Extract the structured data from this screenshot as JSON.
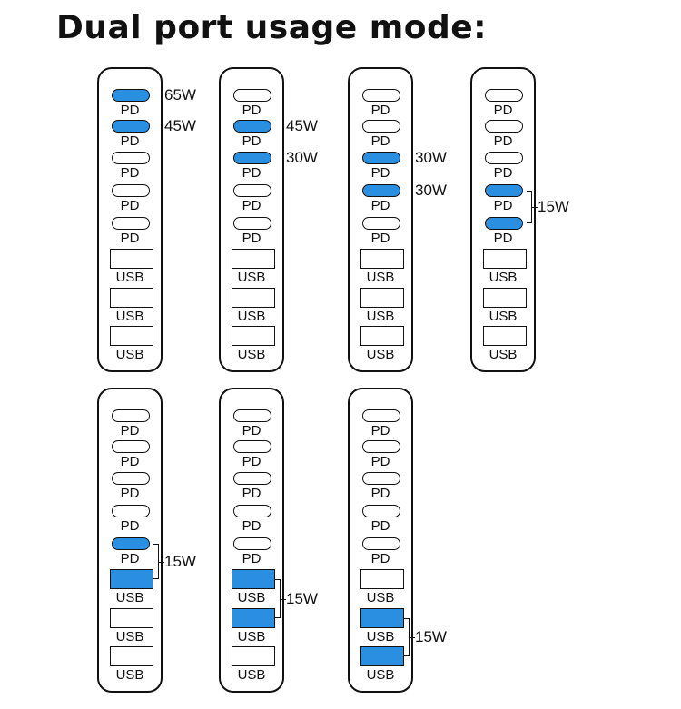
{
  "title": "Dual port usage mode:",
  "labels": {
    "pd": "PD",
    "usb": "USB"
  },
  "colors": {
    "active_port": "#2a8fe0",
    "outline": "#111111"
  },
  "port_order": [
    "PD",
    "PD",
    "PD",
    "PD",
    "PD",
    "USB",
    "USB",
    "USB"
  ],
  "modes": [
    {
      "active_ports": [
        0,
        1
      ],
      "watts": [
        "65W",
        "45W"
      ],
      "combined": false
    },
    {
      "active_ports": [
        1,
        2
      ],
      "watts": [
        "45W",
        "30W"
      ],
      "combined": false
    },
    {
      "active_ports": [
        2,
        3
      ],
      "watts": [
        "30W",
        "30W"
      ],
      "combined": false
    },
    {
      "active_ports": [
        3,
        4
      ],
      "watts": [
        "15W"
      ],
      "combined": true
    },
    {
      "active_ports": [
        4,
        5
      ],
      "watts": [
        "15W"
      ],
      "combined": true
    },
    {
      "active_ports": [
        5,
        6
      ],
      "watts": [
        "15W"
      ],
      "combined": true
    },
    {
      "active_ports": [
        6,
        7
      ],
      "watts": [
        "15W"
      ],
      "combined": true
    }
  ]
}
